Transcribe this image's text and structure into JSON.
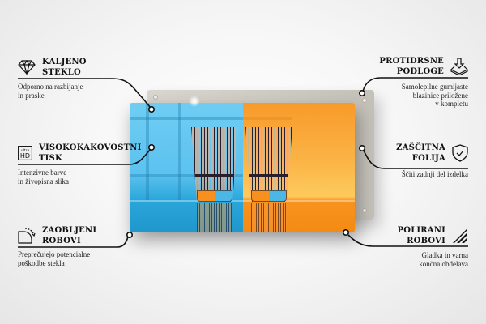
{
  "features": {
    "left": [
      {
        "icon": "diamond-icon",
        "title_line1": "KALJENO",
        "title_line2": "STEKLO",
        "desc_line1": "Odporno na razbijanje",
        "desc_line2": "in praske"
      },
      {
        "icon": "ultra-hd-icon",
        "icon_text_top": "ultra",
        "icon_text_bottom": "HD",
        "title_line1": "VISOKOKAKOVOSTNI",
        "title_line2": "TISK",
        "desc_line1": "Intenzivne barve",
        "desc_line2": "in živopisna slika"
      },
      {
        "icon": "rounded-corner-icon",
        "title_line1": "ZAOBLJENI",
        "title_line2": "ROBOVI",
        "desc_line1": "Preprečujejo potencialne",
        "desc_line2": "poškodbe stekla"
      }
    ],
    "right": [
      {
        "icon": "download-tray-icon",
        "title_line1": "PROTIDRSNE",
        "title_line2": "PODLOGE",
        "desc_line1": "Samolepilne gumijaste",
        "desc_line2": "blazinice priložene",
        "desc_line3": "v kompletu"
      },
      {
        "icon": "shield-check-icon",
        "title_line1": "ZAŠČITNA",
        "title_line2": "FOLIJA",
        "desc_line1": "Ščiti zadnji del izdelka"
      },
      {
        "icon": "polished-edge-icon",
        "title_line1": "POLIRANI",
        "title_line2": "ROBOVI",
        "desc_line1": "Gladka in varna",
        "desc_line2": "končna obdelava"
      }
    ]
  },
  "product": {
    "image_subject": "two striped glasses on blue and orange background",
    "colors": {
      "blue": "#5cc2ef",
      "orange": "#fbb446",
      "back_panel": "#cdcac2"
    }
  }
}
